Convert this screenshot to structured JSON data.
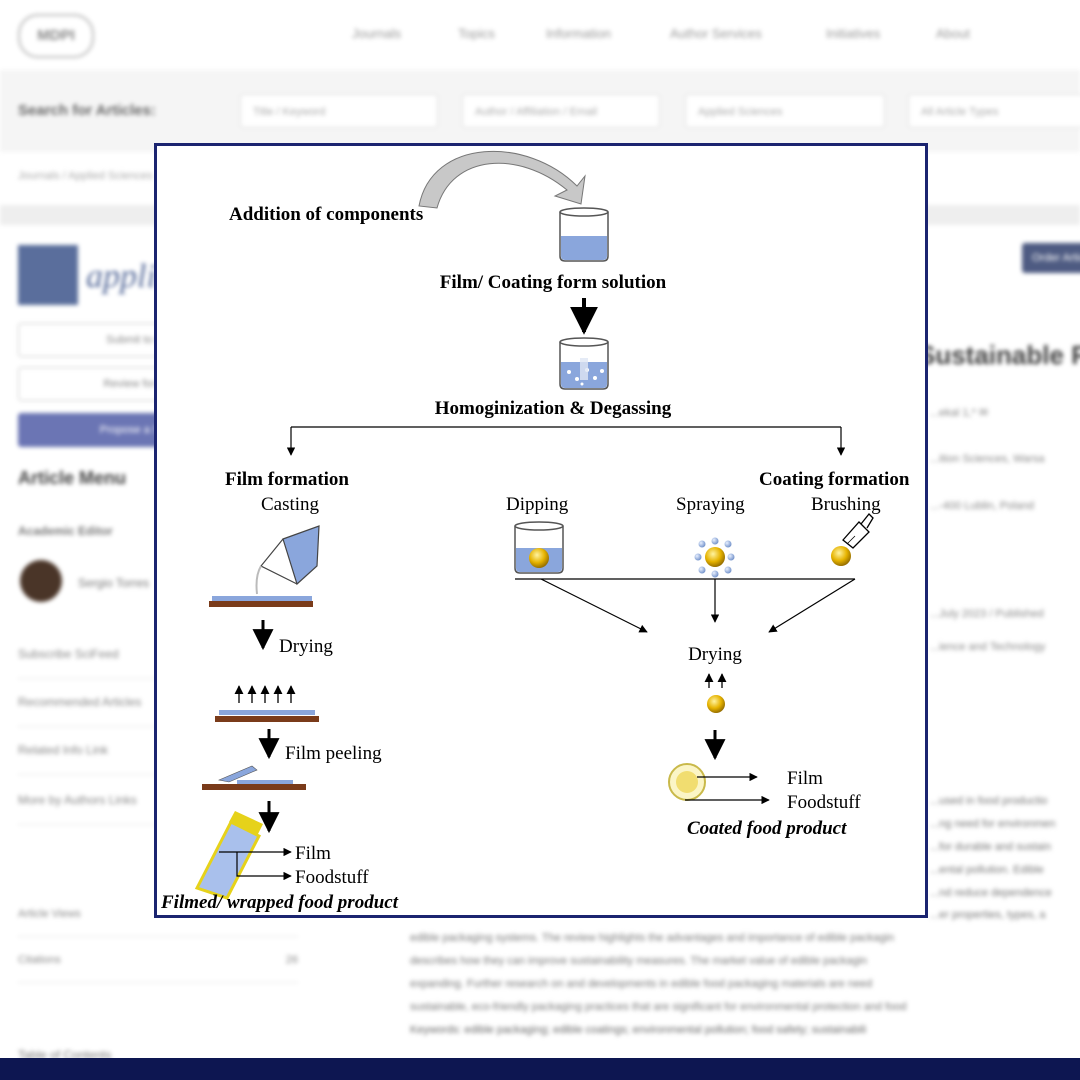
{
  "background": {
    "logo": "MDPI",
    "nav": [
      "Journals",
      "Topics",
      "Information",
      "Author Services",
      "Initiatives",
      "About"
    ],
    "search_label": "Search for Articles:",
    "search_title_placeholder": "Title / Keyword",
    "search_author_placeholder": "Author / Affiliation / Email",
    "search_journal": "Applied Sciences",
    "search_type": "All Article Types",
    "breadcrumb": "Journals / Applied Sciences",
    "journal_name": "applied sciences",
    "submit_label": "Submit to this Journal",
    "review_label": "Review for this Journal",
    "propose_label": "Propose a Special Issue",
    "article_menu": "Article Menu",
    "academic_editor_heading": "Academic Editor",
    "editor_name": "Sergio Torres",
    "side_rows": [
      "Subscribe SciFeed",
      "Recommended Articles",
      "Related Info Link",
      "More by Authors Links"
    ],
    "stats": [
      {
        "label": "Article Views",
        "value": ""
      },
      {
        "label": "Citations",
        "value": "26"
      }
    ],
    "toc": "Table of Contents",
    "order_button": "Order Article Reprints",
    "article_title_fragment": "Sustainable F",
    "meta_lines": [
      "...ekal 1,* ✉",
      "...ition Sciences, Warsa",
      "...-400 Lublin, Poland",
      "...July 2023 / Published",
      "...ience and Technology"
    ],
    "abstract_lines": [
      "...used in food productio",
      "...ng need for environmen",
      "...for durable and sustain",
      "...ental pollution. Edible",
      "...nd reduce dependence",
      "...er properties, types, a",
      "edible packaging systems. The review highlights the advantages and importance of edible packagin",
      "describes how they can improve sustainability measures. The market value of edible packagin",
      "expanding. Further research on and developments in edible food packaging materials are need",
      "sustainable, eco-friendly packaging practices that are significant for environmental protection and food",
      "Keywords: edible packaging; edible coatings; environmental pollution; food safety; sustainabili"
    ]
  },
  "figure": {
    "addition": "Addition of components",
    "solution": "Film/ Coating form solution",
    "homogenization": "Homoginization & Degassing",
    "film_formation": "Film formation",
    "casting": "Casting",
    "coating_formation": "Coating formation",
    "dipping": "Dipping",
    "spraying": "Spraying",
    "brushing": "Brushing",
    "drying_left": "Drying",
    "film_peeling": "Film peeling",
    "film_left": "Film",
    "foodstuff_left": "Foodstuff",
    "filmed_product": "Filmed/ wrapped food product",
    "drying_right": "Drying",
    "film_right": "Film",
    "foodstuff_right": "Foodstuff",
    "coated_product": "Coated food product"
  },
  "colors": {
    "frame": "#1b2470",
    "liquid": "#8aa6dc",
    "tray": "#7a3b1a",
    "food": "#e6b300",
    "bottom_band": "#0d1651"
  }
}
